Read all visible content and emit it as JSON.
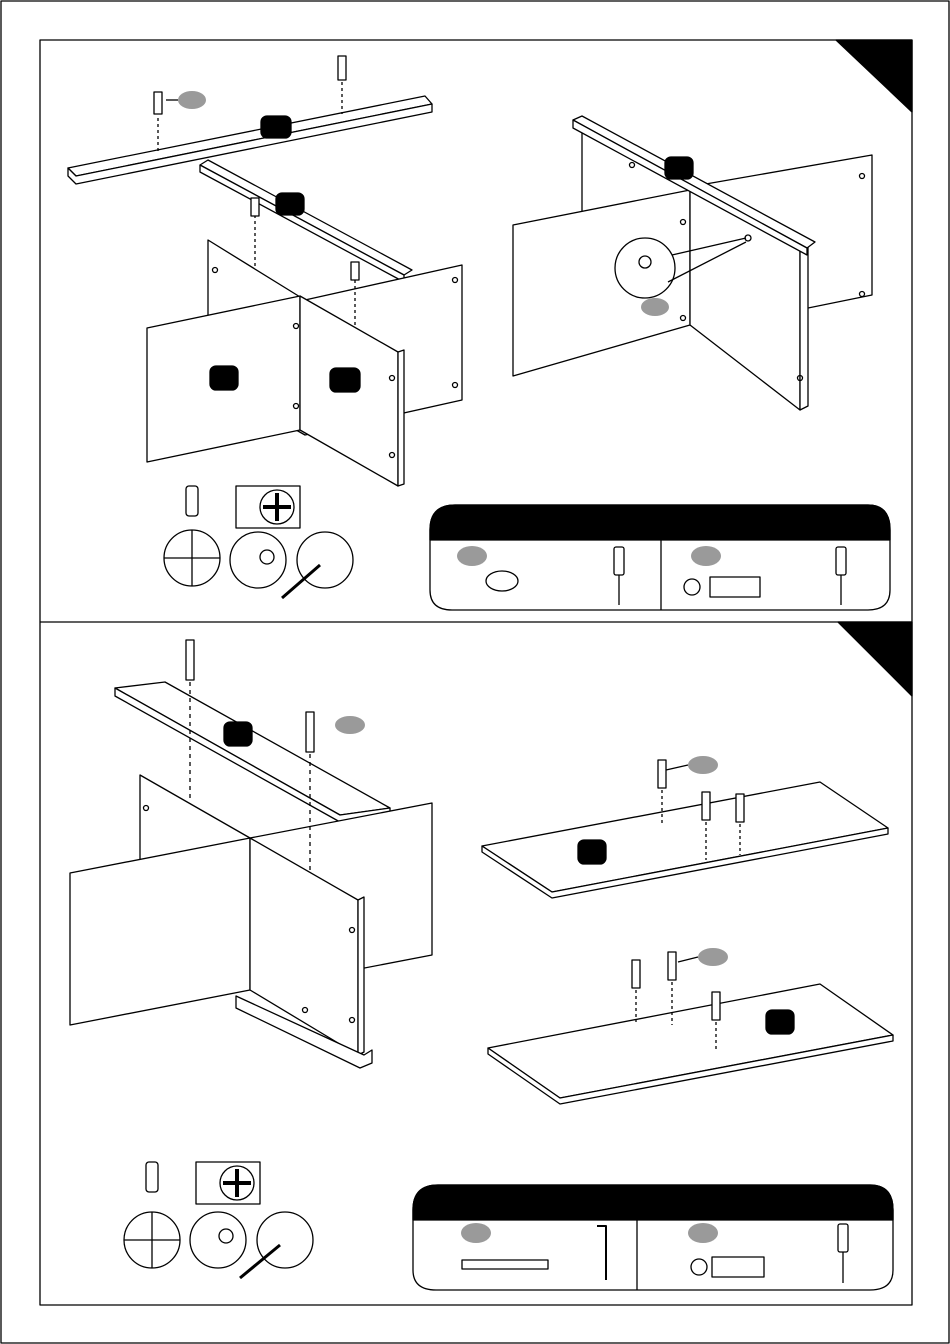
{
  "page": {
    "steps": [
      {
        "panels_part_labels": [
          "",
          "",
          "",
          "",
          ""
        ],
        "hardware_legend": [
          {
            "callout": "",
            "item": "cam-lock",
            "tool": "screwdriver"
          },
          {
            "callout": "",
            "item": "cam-bolt",
            "tool": "screwdriver"
          }
        ]
      },
      {
        "panels_part_labels": [
          "",
          "",
          ""
        ],
        "hardware_legend": [
          {
            "callout": "",
            "item": "wood-screw",
            "tool": "allen-key"
          },
          {
            "callout": "",
            "item": "cam-bolt",
            "tool": "screwdriver"
          }
        ]
      }
    ],
    "colors": {
      "ink": "#000000",
      "callout": "#9a9a9a",
      "paper": "#ffffff"
    }
  }
}
